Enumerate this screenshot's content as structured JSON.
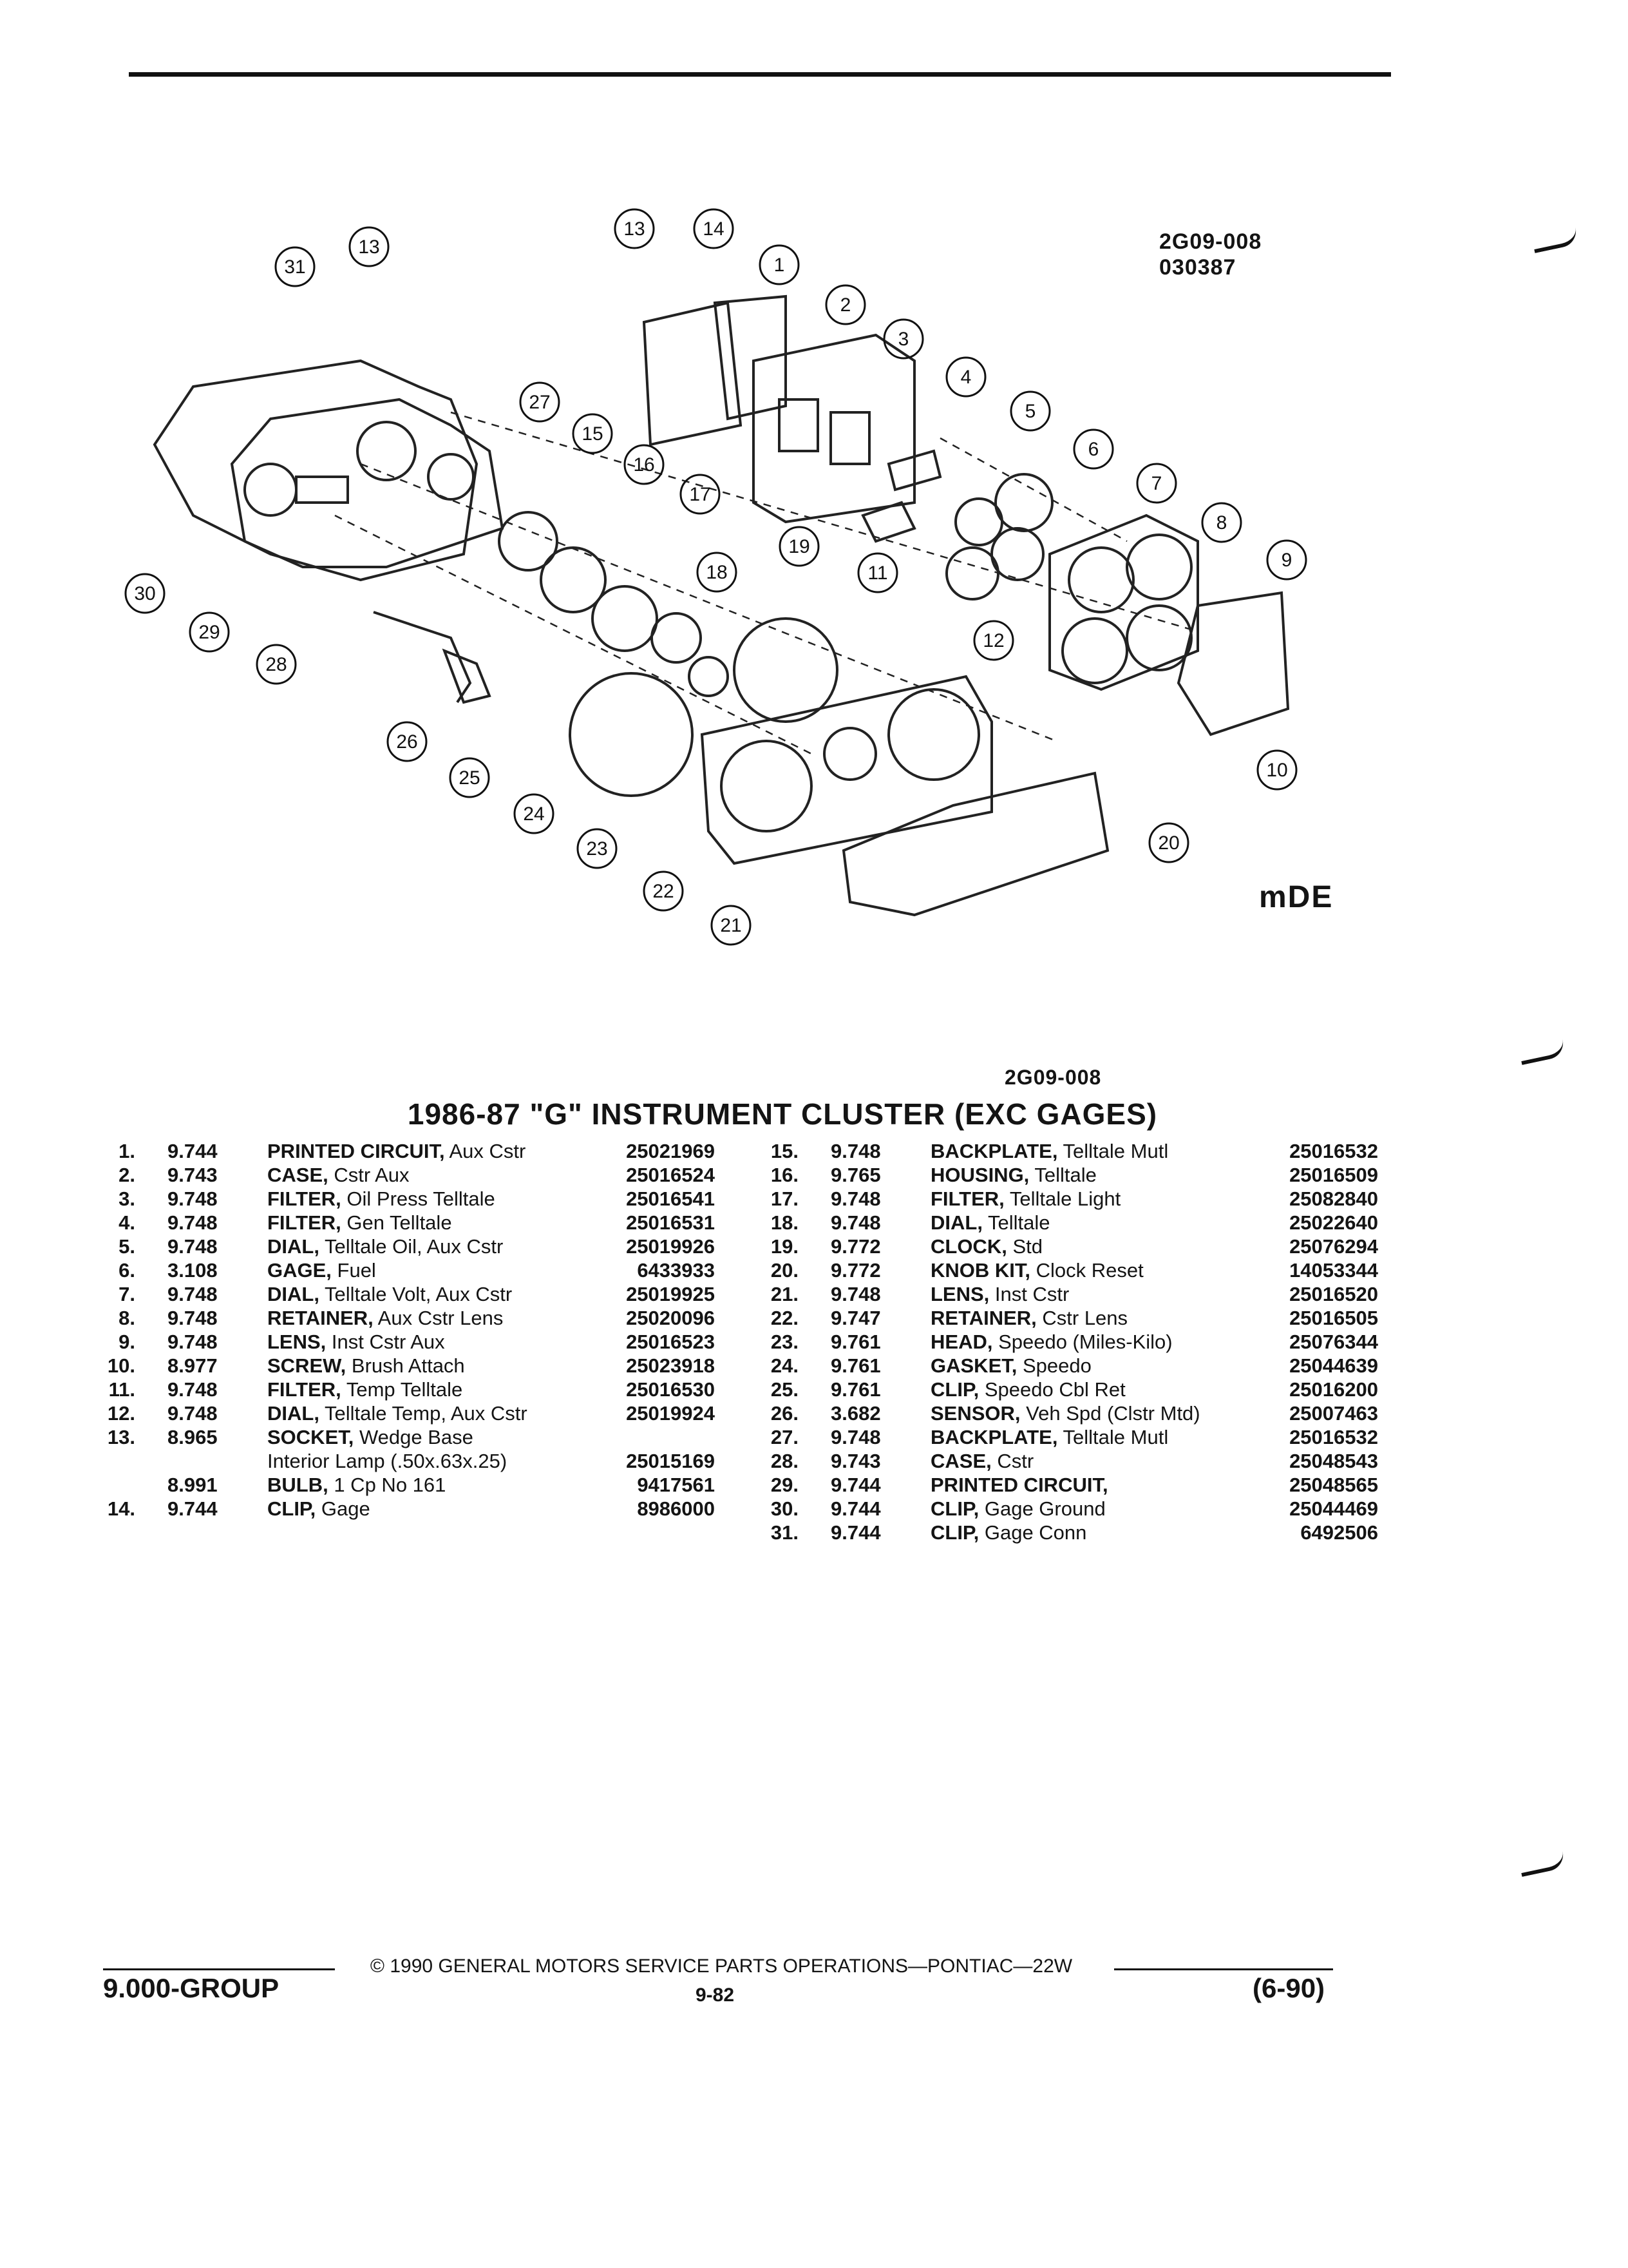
{
  "diagram": {
    "code": "2G09-008",
    "sub_code": "030387",
    "brand": "mDE",
    "callouts": [
      "1",
      "2",
      "3",
      "4",
      "5",
      "6",
      "7",
      "8",
      "9",
      "10",
      "11",
      "12",
      "13",
      "13",
      "14",
      "15",
      "16",
      "17",
      "18",
      "19",
      "20",
      "21",
      "22",
      "23",
      "24",
      "25",
      "26",
      "27",
      "28",
      "29",
      "30",
      "31"
    ],
    "caption_code": "2G09-008"
  },
  "title": "1986-87 \"G\" INSTRUMENT CLUSTER (EXC GAGES)",
  "parts_left": [
    {
      "num": "1.",
      "group": "9.744",
      "name": "PRINTED CIRCUIT,",
      "desc": " Aux Cstr",
      "part": "25021969"
    },
    {
      "num": "2.",
      "group": "9.743",
      "name": "CASE,",
      "desc": " Cstr Aux",
      "part": "25016524"
    },
    {
      "num": "3.",
      "group": "9.748",
      "name": "FILTER,",
      "desc": " Oil Press Telltale",
      "part": "25016541"
    },
    {
      "num": "4.",
      "group": "9.748",
      "name": "FILTER,",
      "desc": " Gen Telltale",
      "part": "25016531"
    },
    {
      "num": "5.",
      "group": "9.748",
      "name": "DIAL,",
      "desc": " Telltale Oil, Aux Cstr",
      "part": "25019926"
    },
    {
      "num": "6.",
      "group": "3.108",
      "name": "GAGE,",
      "desc": " Fuel",
      "part": "6433933"
    },
    {
      "num": "7.",
      "group": "9.748",
      "name": "DIAL,",
      "desc": " Telltale Volt, Aux Cstr",
      "part": "25019925"
    },
    {
      "num": "8.",
      "group": "9.748",
      "name": "RETAINER,",
      "desc": " Aux Cstr Lens",
      "part": "25020096"
    },
    {
      "num": "9.",
      "group": "9.748",
      "name": "LENS,",
      "desc": " Inst Cstr Aux",
      "part": "25016523"
    },
    {
      "num": "10.",
      "group": "8.977",
      "name": "SCREW,",
      "desc": " Brush Attach",
      "part": "25023918"
    },
    {
      "num": "11.",
      "group": "9.748",
      "name": "FILTER,",
      "desc": " Temp Telltale",
      "part": "25016530"
    },
    {
      "num": "12.",
      "group": "9.748",
      "name": "DIAL,",
      "desc": " Telltale Temp, Aux Cstr",
      "part": "25019924"
    },
    {
      "num": "13.",
      "group": "8.965",
      "name": "SOCKET,",
      "desc": " Wedge Base",
      "part": ""
    },
    {
      "num": "",
      "group": "",
      "name": "",
      "desc": "Interior Lamp (.50x.63x.25)",
      "part": "25015169"
    },
    {
      "num": "",
      "group": "8.991",
      "name": "BULB,",
      "desc": " 1 Cp No 161",
      "part": "9417561"
    },
    {
      "num": "14.",
      "group": "9.744",
      "name": "CLIP,",
      "desc": " Gage",
      "part": "8986000"
    }
  ],
  "parts_right": [
    {
      "num": "15.",
      "group": "9.748",
      "name": "BACKPLATE,",
      "desc": " Telltale Mutl",
      "part": "25016532"
    },
    {
      "num": "16.",
      "group": "9.765",
      "name": "HOUSING,",
      "desc": " Telltale",
      "part": "25016509"
    },
    {
      "num": "17.",
      "group": "9.748",
      "name": "FILTER,",
      "desc": " Telltale Light",
      "part": "25082840"
    },
    {
      "num": "18.",
      "group": "9.748",
      "name": "DIAL,",
      "desc": " Telltale",
      "part": "25022640"
    },
    {
      "num": "19.",
      "group": "9.772",
      "name": "CLOCK,",
      "desc": " Std",
      "part": "25076294"
    },
    {
      "num": "20.",
      "group": "9.772",
      "name": "KNOB KIT,",
      "desc": " Clock Reset",
      "part": "14053344"
    },
    {
      "num": "21.",
      "group": "9.748",
      "name": "LENS,",
      "desc": " Inst Cstr",
      "part": "25016520"
    },
    {
      "num": "22.",
      "group": "9.747",
      "name": "RETAINER,",
      "desc": " Cstr Lens",
      "part": "25016505"
    },
    {
      "num": "23.",
      "group": "9.761",
      "name": "HEAD,",
      "desc": " Speedo (Miles-Kilo)",
      "part": "25076344"
    },
    {
      "num": "24.",
      "group": "9.761",
      "name": "GASKET,",
      "desc": " Speedo",
      "part": "25044639"
    },
    {
      "num": "25.",
      "group": "9.761",
      "name": "CLIP,",
      "desc": " Speedo Cbl Ret",
      "part": "25016200"
    },
    {
      "num": "26.",
      "group": "3.682",
      "name": "SENSOR,",
      "desc": " Veh Spd (Clstr Mtd)",
      "part": "25007463"
    },
    {
      "num": "27.",
      "group": "9.748",
      "name": "BACKPLATE,",
      "desc": " Telltale Mutl",
      "part": "25016532"
    },
    {
      "num": "28.",
      "group": "9.743",
      "name": "CASE,",
      "desc": " Cstr",
      "part": "25048543"
    },
    {
      "num": "29.",
      "group": "9.744",
      "name": "PRINTED CIRCUIT,",
      "desc": "",
      "part": "25048565"
    },
    {
      "num": "30.",
      "group": "9.744",
      "name": "CLIP,",
      "desc": " Gage Ground",
      "part": "25044469"
    },
    {
      "num": "31.",
      "group": "9.744",
      "name": "CLIP,",
      "desc": " Gage Conn",
      "part": "6492506"
    }
  ],
  "footer": {
    "copyright": "© 1990 GENERAL MOTORS SERVICE PARTS OPERATIONS—PONTIAC—22W",
    "group": "9.000-GROUP",
    "page": "9-82",
    "date": "(6-90)"
  }
}
